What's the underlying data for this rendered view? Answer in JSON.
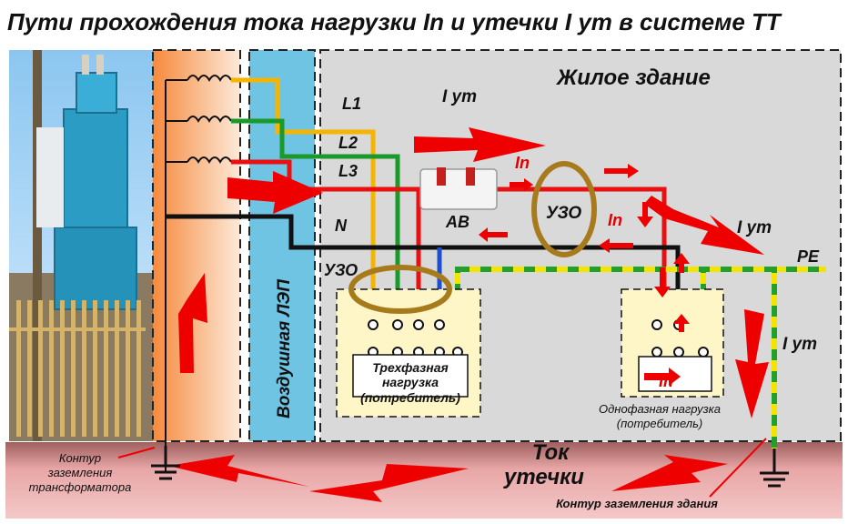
{
  "title": "Пути прохождения  тока нагрузки In и утечки I ут в системе ТТ",
  "labels": {
    "building": "Жилое здание",
    "line": "Воздушная ЛЭП",
    "l1": "L1",
    "l2": "L2",
    "l3": "L3",
    "n": "N",
    "i_leak_1": "I ут",
    "i_leak_2": "I ут",
    "i_leak_3": "I ут",
    "in_1": "In",
    "in_2": "In",
    "in_3": "In",
    "av": "АВ",
    "uzo_1": "УЗО",
    "uzo_2": "УЗО",
    "pe": "PE",
    "three_phase_l1": "Трехфазная",
    "three_phase_l2": "нагрузка",
    "three_phase_l3": "(потребитель)",
    "single_phase_l1": "Однофазная нагрузка",
    "single_phase_l2": "(потребитель)",
    "leak_current_l1": "Ток",
    "leak_current_l2": "утечки",
    "tr_ground_l1": "Контур",
    "tr_ground_l2": "заземления",
    "tr_ground_l3": "трансформатора",
    "bld_ground": "Контур заземления здания"
  },
  "colors": {
    "l1": "#f5b400",
    "l2": "#1a9a2a",
    "l3": "#e81010",
    "n": "#111111",
    "pe_green": "#22a02a",
    "pe_yellow": "#f2e600",
    "arrow": "#ee0000",
    "uzo_ring": "#a77a1c",
    "building_bg": "#d9d9d9",
    "ground_band": "#e2a0a0",
    "line_band": "#6fc3e3"
  }
}
